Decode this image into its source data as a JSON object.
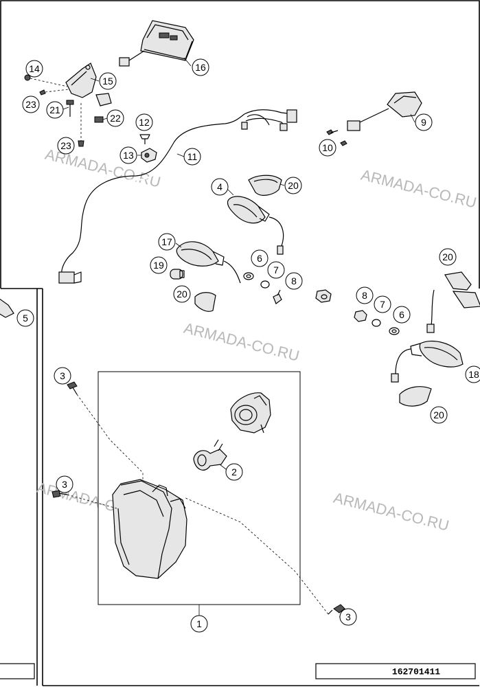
{
  "callouts": [
    "14",
    "15",
    "16",
    "23",
    "21",
    "22",
    "12",
    "13",
    "11",
    "9",
    "10",
    "4",
    "20",
    "17",
    "19",
    "6",
    "7",
    "8",
    "5",
    "3",
    "2",
    "18",
    "1"
  ],
  "watermarks": [
    "ARMADA-CO.RU",
    "ARMADA-CO.RU",
    "ARMADA-CO.RU",
    "ARMADA-CO.RU",
    "ARMADA-CO.RU"
  ],
  "reference_number": "162701411"
}
